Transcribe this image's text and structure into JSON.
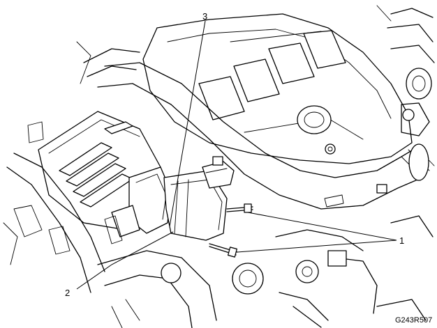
{
  "callouts": [
    {
      "id": "1",
      "label": "1"
    },
    {
      "id": "2",
      "label": "2"
    },
    {
      "id": "3",
      "label": "3"
    }
  ],
  "figure_id": "G243R507",
  "colors": {
    "line": "#000000",
    "background": "#ffffff"
  }
}
